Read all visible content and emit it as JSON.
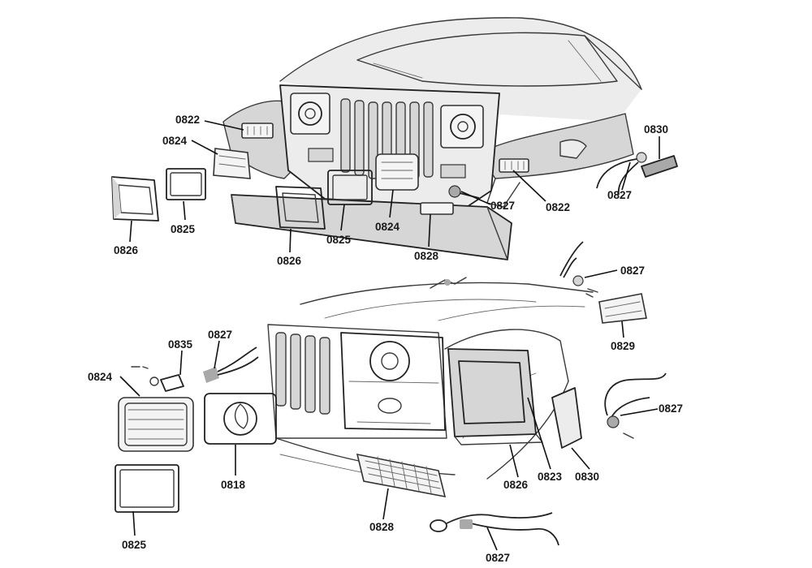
{
  "parts": {
    "amber_lamp": "0822",
    "headlamp": "0824",
    "retaining_ring": "0825",
    "headlamp_bezel": "0826",
    "wiring_socket": "0827",
    "park_lamp": "0828",
    "side_marker": "0829",
    "side_marker_right": "0830",
    "bulb": "0835",
    "headlamp_body": "0818",
    "socket_assembly": "0823"
  },
  "colors": {
    "ink": "#3a3a3a",
    "shade": "#d6d6d6",
    "label": "#1a1a1a"
  }
}
